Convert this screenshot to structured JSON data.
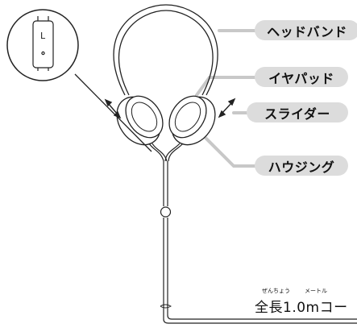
{
  "diagram": {
    "labels": {
      "headband": "ヘッドバンド",
      "ear_pad": "イヤパッド",
      "slider": "スライダー",
      "housing": "ハウジング"
    },
    "inset_letter": "L",
    "length": {
      "ruby_zentyo": "ぜんちょう",
      "ruby_meter": "メートル",
      "text": "全長1.0mコー"
    },
    "colors": {
      "label_bg": "#dcdcdc",
      "line": "#222222",
      "leader": "#c8c8c8"
    }
  }
}
